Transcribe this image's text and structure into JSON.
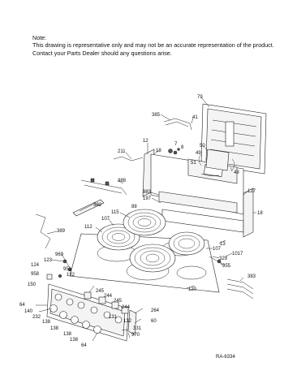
{
  "note": {
    "line1": "Note:",
    "line2": "This drawing is representative only and may not be an accurate representation of the product.",
    "line3": "Contact your Parts Dealer should any questions arise."
  },
  "diagram_ref": "RA-6334",
  "callouts": {
    "c79": "79",
    "c385": "385",
    "c41": "41",
    "c12": "12",
    "c18a": "18",
    "c7": "7",
    "c8": "8",
    "c211": "211",
    "c50": "50",
    "c49a": "49",
    "c51": "51",
    "c49b": "49",
    "c388": "388",
    "c983": "983",
    "c197": "197",
    "c127": "127",
    "c18b": "18",
    "c88": "88",
    "c382": "382",
    "c115": "115",
    "c107a": "107",
    "c112": "112",
    "c389": "389",
    "c107b": "107",
    "c13": "13",
    "c1017": "1017",
    "c329": "329",
    "c955": "955",
    "c123": "123",
    "c969": "969",
    "c124": "124",
    "c951": "951",
    "c958": "958",
    "c132a": "132",
    "c150": "150",
    "c383": "383",
    "c245a": "245",
    "c120": "120",
    "c244a": "244",
    "c245b": "245",
    "c64a": "64",
    "c140": "140",
    "c232": "232",
    "c244b": "244",
    "c264": "264",
    "c138a": "138",
    "c131": "131",
    "c132b": "132",
    "c60": "60",
    "c331": "331",
    "c138b": "138",
    "c138c": "138",
    "c138d": "138",
    "c970": "970",
    "c64b": "64"
  }
}
